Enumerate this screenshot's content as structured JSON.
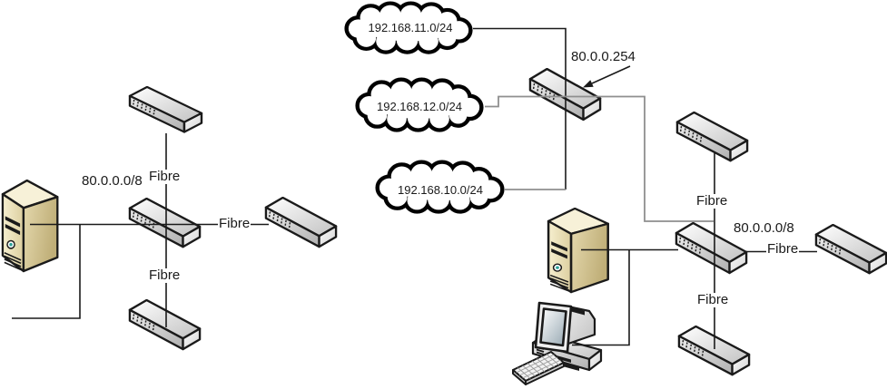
{
  "diagram": {
    "clouds": [
      {
        "label": "192.168.11.0/24"
      },
      {
        "label": "192.168.12.0/24"
      },
      {
        "label": "192.168.10.0/24"
      }
    ],
    "router": {
      "ip_label": "80.0.0.254"
    },
    "left_site": {
      "network_label": "80.0.0.0/8",
      "links": {
        "top": "Fibre",
        "right": "Fibre",
        "bottom": "Fibre"
      }
    },
    "right_site": {
      "network_label": "80.0.0.0/8",
      "links": {
        "top": "Fibre",
        "right": "Fibre",
        "bottom": "Fibre"
      }
    },
    "colors": {
      "background": "#ffffff",
      "line": "#1a1a1a",
      "secondary_line": "#8f8f8f",
      "cloud_outline": "#000000",
      "server_body": "#dccf9f",
      "switch_body": "#e4e4e4",
      "power_led": "#2aa198"
    }
  }
}
